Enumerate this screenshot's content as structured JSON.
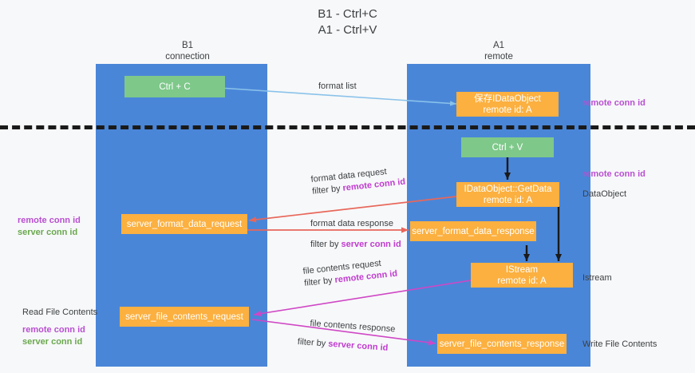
{
  "title": {
    "line1": "B1 - Ctrl+C",
    "line2": "A1 - Ctrl+V"
  },
  "lanes": [
    {
      "id": "b1",
      "name": "B1",
      "sub": "connection"
    },
    {
      "id": "a1",
      "name": "A1",
      "sub": "remote"
    }
  ],
  "nodes": {
    "ctrl_c": {
      "label": "Ctrl + C"
    },
    "save_idataobject": {
      "line1": "保存IDataObject",
      "line2": "remote id: A"
    },
    "ctrl_v": {
      "label": "Ctrl + V"
    },
    "getdata": {
      "line1": "IDataObject::GetData",
      "line2": "remote id: A"
    },
    "server_format_data_request": {
      "label": "server_format_data_request"
    },
    "server_format_data_response": {
      "label": "server_format_data_response"
    },
    "istream": {
      "line1": "IStream",
      "line2": "remote id: A"
    },
    "server_file_contents_request": {
      "label": "server_file_contents_request"
    },
    "server_file_contents_response": {
      "label": "server_file_contents_response"
    }
  },
  "edge_labels": {
    "format_list": "format list",
    "format_data_request": {
      "line1": "format data request",
      "prefix": "filter by ",
      "highlight": "remote conn id"
    },
    "format_data_response": {
      "line1": "format data response",
      "prefix": "filter by ",
      "highlight": "server conn id"
    },
    "file_contents_request": {
      "line1": "file contents request",
      "prefix": "filter by ",
      "highlight": "remote conn id"
    },
    "file_contents_response": {
      "line1": "file contents response",
      "prefix": "filter by ",
      "highlight": "server conn id"
    }
  },
  "right_notes": {
    "remote_conn_id_top": "remote conn id",
    "remote_conn_id_mid": "remote conn id",
    "dataobject": "DataObject",
    "istream": "Istream",
    "write_file_contents": "Write File Contents"
  },
  "left_notes": {
    "mid": {
      "purple": "remote conn id",
      "green": "server conn id"
    },
    "bottom": {
      "plain": "Read File Contents",
      "purple": "remote conn id",
      "green": "server conn id"
    }
  },
  "colors": {
    "lane": "#4a86d8",
    "green_node": "#7ec88a",
    "orange_node": "#fbb040",
    "purple": "#b84fd1",
    "green_text": "#6aa84f",
    "red_arrow": "#e8675a",
    "magenta_arrow": "#cf47c6",
    "blue_arrow": "#89c2ea",
    "divider": "#1a1a1a",
    "background": "#f7f8f9"
  }
}
